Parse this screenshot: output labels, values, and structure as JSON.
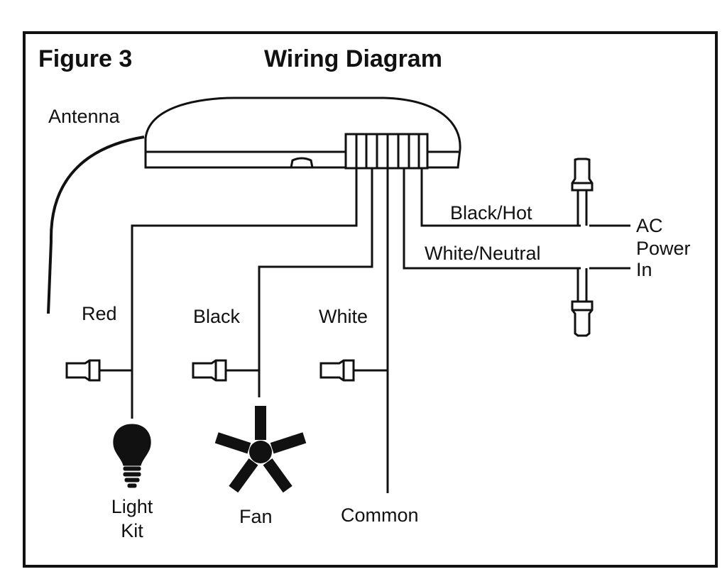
{
  "header": {
    "figure_label": "Figure 3",
    "title": "Wiring Diagram"
  },
  "labels": {
    "antenna": "Antenna",
    "black_hot": "Black/Hot",
    "white_neutral": "White/Neutral",
    "ac_line1": "AC",
    "ac_line2": "Power",
    "ac_line3": "In",
    "red": "Red",
    "black": "Black",
    "white": "White",
    "light_line1": "Light",
    "light_line2": "Kit",
    "fan": "Fan",
    "common": "Common"
  },
  "icons": {
    "light": "light-bulb-icon",
    "fan": "fan-icon",
    "connector": "wire-nut-icon"
  },
  "colors": {
    "ink": "#111111",
    "background": "#ffffff"
  }
}
